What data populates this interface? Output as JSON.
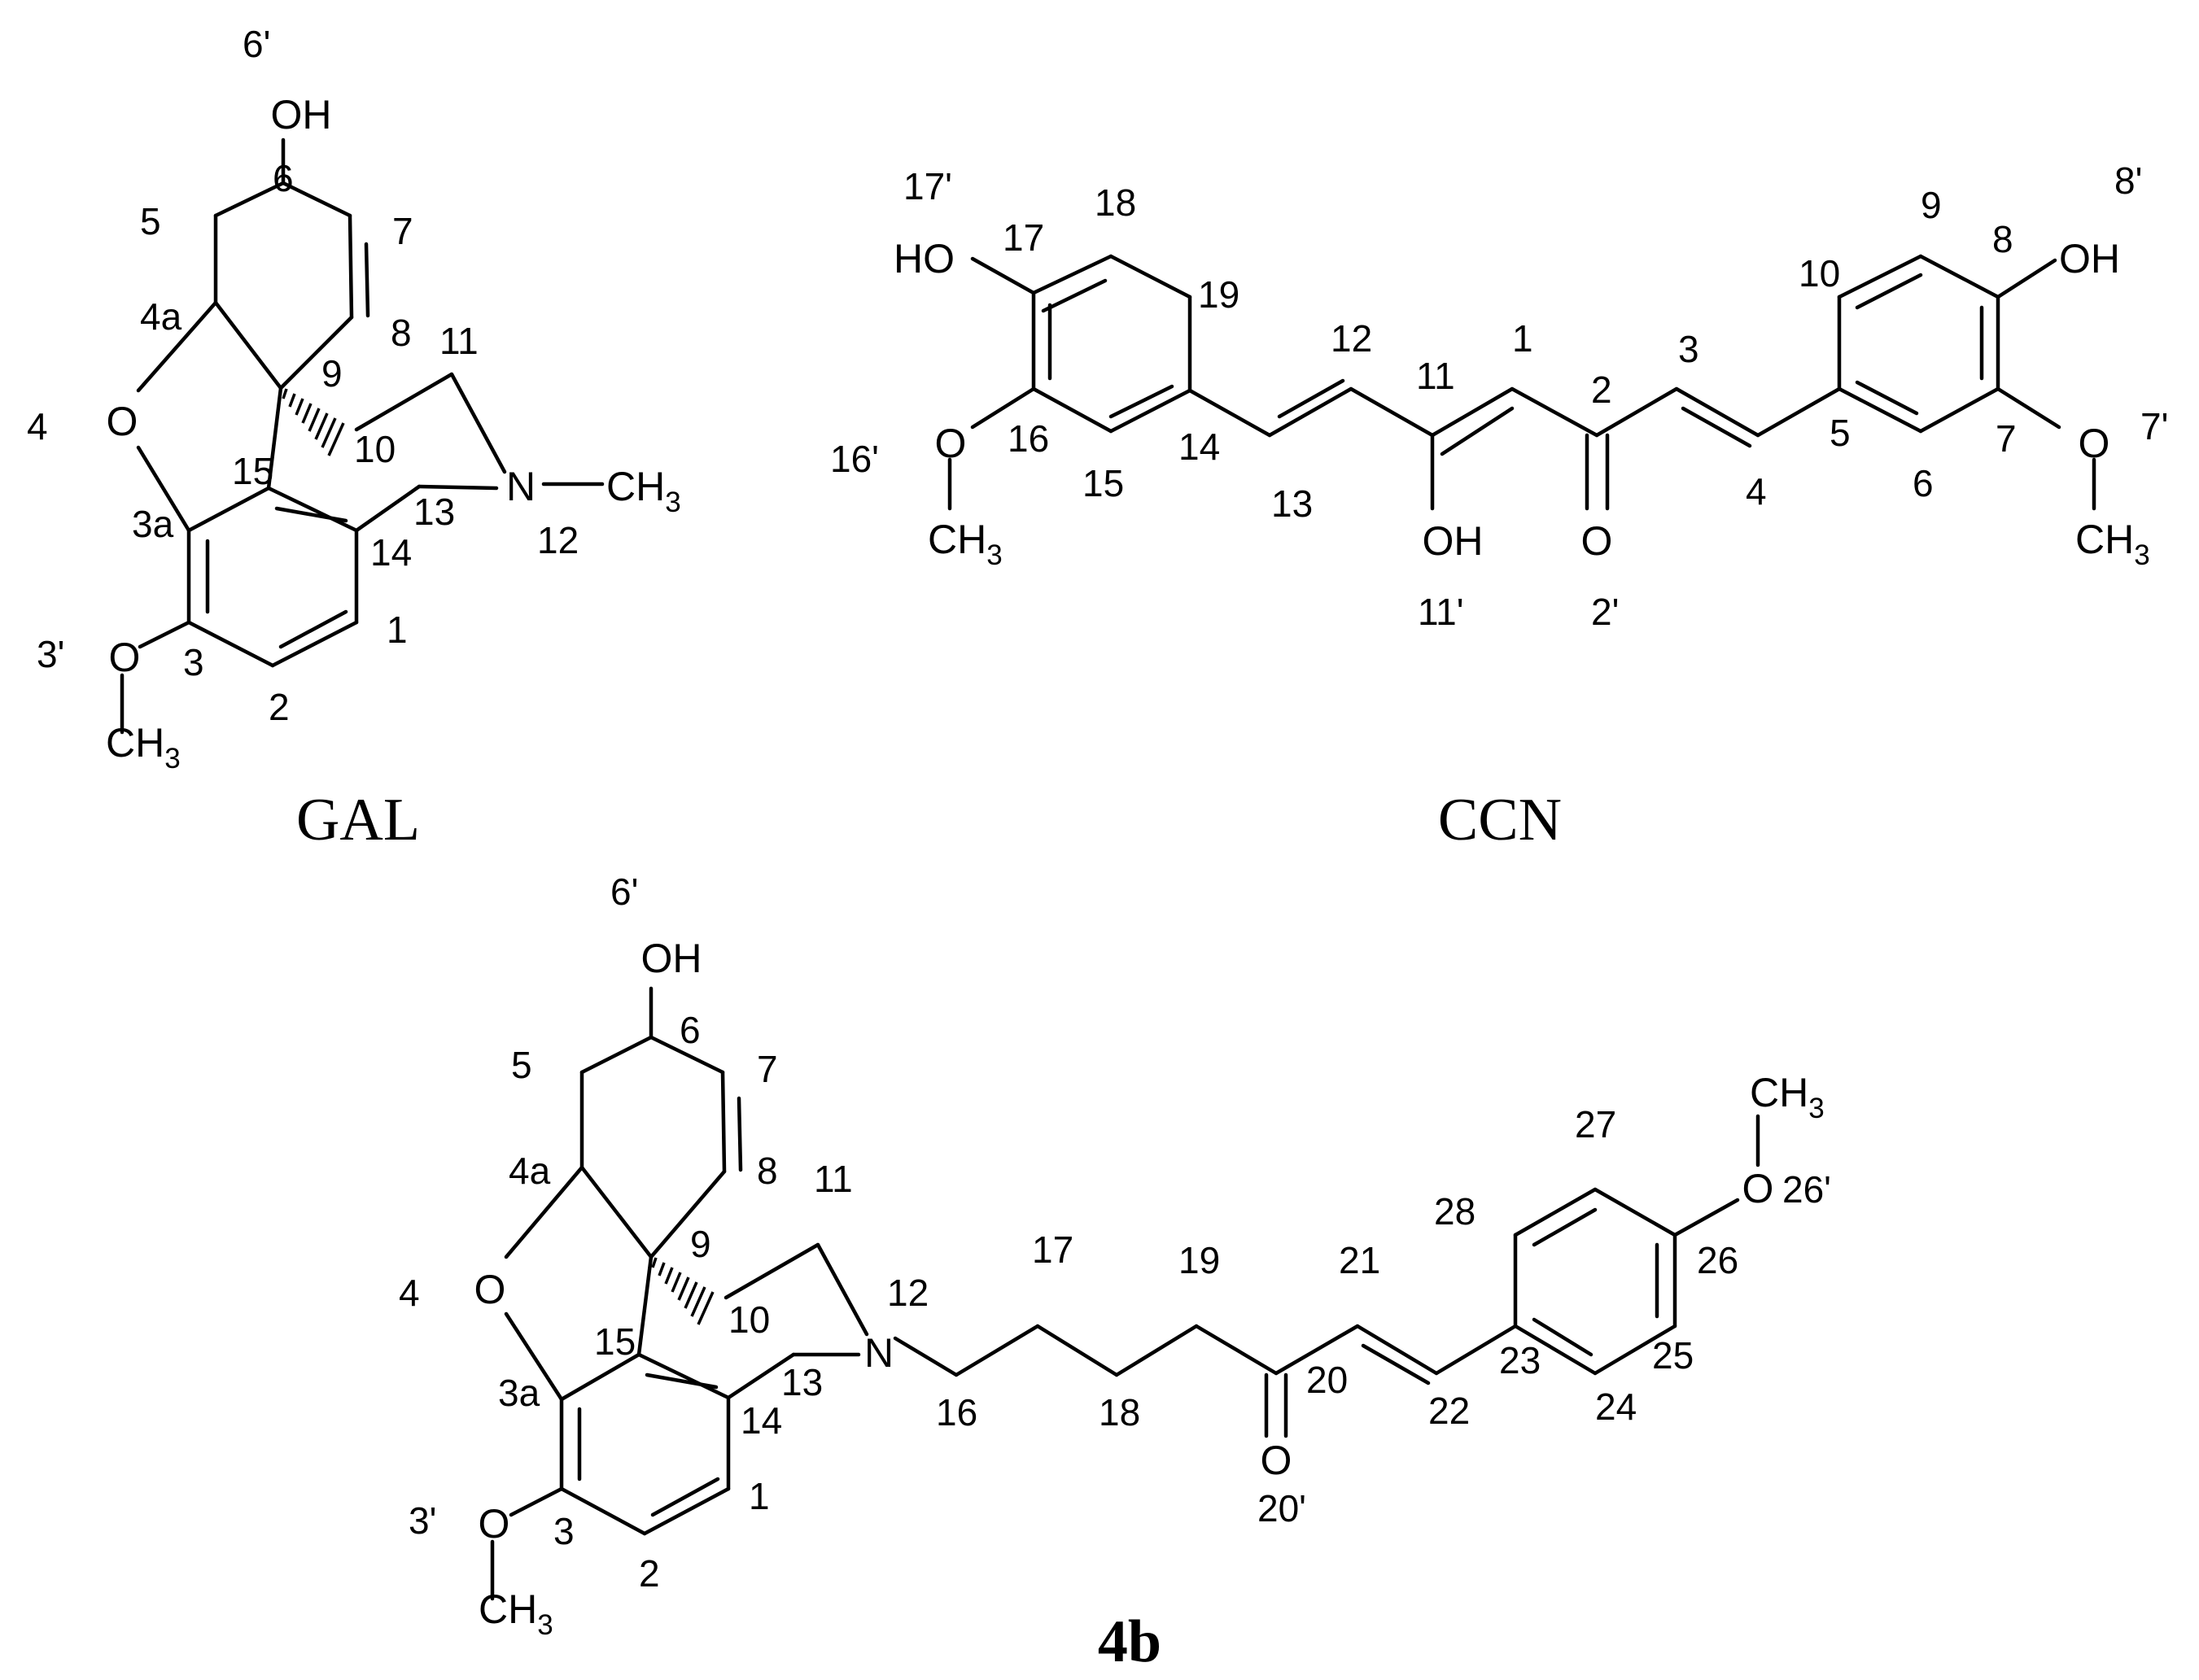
{
  "gal": {
    "caption": "GAL",
    "labels": {
      "oh": "OH",
      "o_ring": "O",
      "o_ome": "O",
      "n": "N",
      "ch3_n": "CH",
      "ch3_n_sub": "3",
      "ch3_ome": "CH",
      "ch3_ome_sub": "3"
    },
    "numbers": [
      "6'",
      "6",
      "5",
      "7",
      "4a",
      "8",
      "11",
      "9",
      "4",
      "10",
      "15",
      "3a",
      "13",
      "12",
      "14",
      "3'",
      "3",
      "1",
      "2"
    ]
  },
  "ccn": {
    "caption": "CCN",
    "labels": {
      "ho_left": "HO",
      "o_left": "O",
      "ch3_left": "CH",
      "ch3_left_sub": "3",
      "oh_right": "OH",
      "o_right": "O",
      "ch3_right": "CH",
      "ch3_right_sub": "3",
      "oh_mid": "OH",
      "o_keto": "O"
    },
    "numbers": [
      "17'",
      "18",
      "17",
      "19",
      "16'",
      "16",
      "15",
      "14",
      "12",
      "13",
      "11",
      "1",
      "2",
      "3",
      "4",
      "10",
      "9",
      "8",
      "8'",
      "5",
      "6",
      "7",
      "7'",
      "11'",
      "2'"
    ]
  },
  "cmp4b": {
    "caption": "4b",
    "labels": {
      "oh": "OH",
      "o_ring": "O",
      "o_ome": "O",
      "n": "N",
      "ch3_ome": "CH",
      "ch3_ome_sub": "3",
      "o_keto": "O",
      "o_ar": "O",
      "ch3_ar": "CH",
      "ch3_ar_sub": "3"
    },
    "numbers": [
      "6'",
      "6",
      "5",
      "7",
      "4a",
      "8",
      "11",
      "9",
      "4",
      "10",
      "12",
      "15",
      "3a",
      "13",
      "14",
      "3'",
      "3",
      "1",
      "2",
      "17",
      "19",
      "21",
      "16",
      "18",
      "20",
      "22",
      "20'",
      "27",
      "28",
      "26'",
      "26",
      "23",
      "25",
      "24"
    ]
  }
}
